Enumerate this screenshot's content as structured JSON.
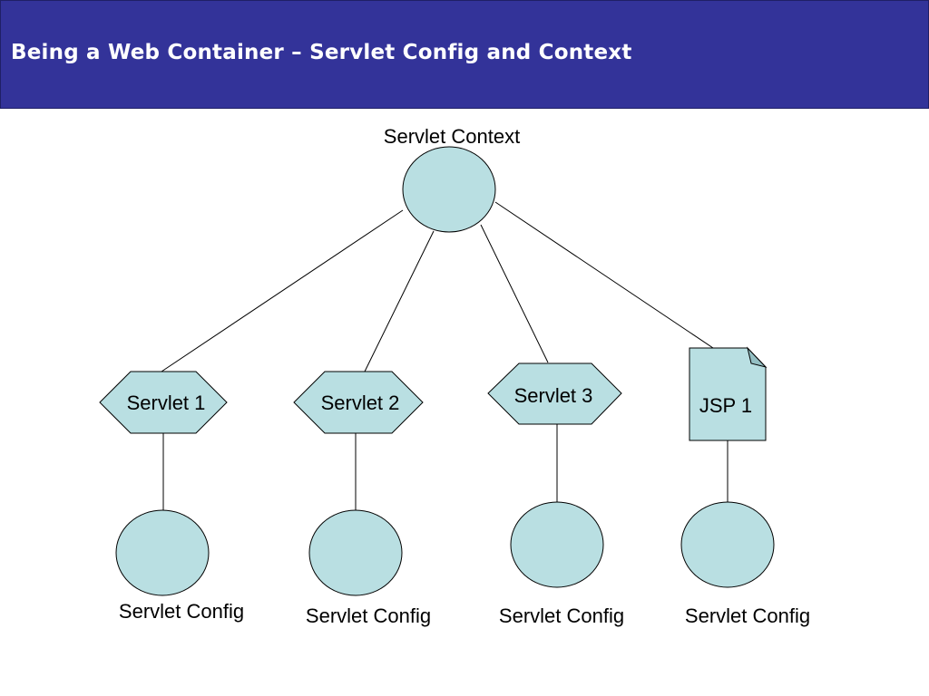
{
  "title": "Being a Web Container – Servlet Config and Context",
  "colors": {
    "header_bg": "#333399",
    "header_text": "#ffffff",
    "node_fill": "#b9dfe2",
    "stroke": "#000000"
  },
  "context": {
    "label": "Servlet Context",
    "shape": "ellipse"
  },
  "children": [
    {
      "label": "Servlet 1",
      "shape": "hexagon",
      "config_label": "Servlet Config"
    },
    {
      "label": "Servlet 2",
      "shape": "hexagon",
      "config_label": "Servlet Config"
    },
    {
      "label": "Servlet 3",
      "shape": "hexagon",
      "config_label": "Servlet Config"
    },
    {
      "label": "JSP 1",
      "shape": "document",
      "config_label": "Servlet Config"
    }
  ]
}
